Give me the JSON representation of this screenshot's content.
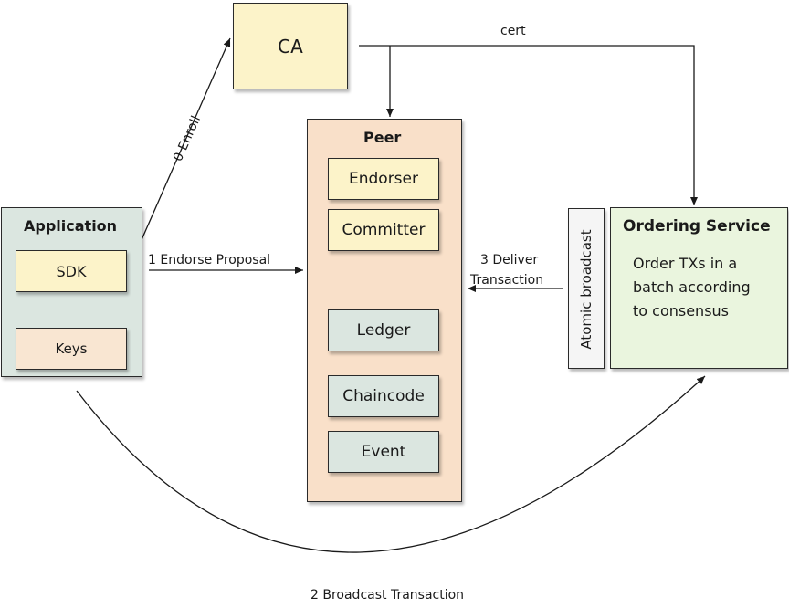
{
  "nodes": {
    "ca": "CA",
    "application": "Application",
    "sdk": "SDK",
    "keys": "Keys",
    "peer": "Peer",
    "endorser": "Endorser",
    "committer": "Committer",
    "ledger": "Ledger",
    "chaincode": "Chaincode",
    "event": "Event",
    "atomic_broadcast": "Atomic broadcast",
    "ordering_service": "Ordering Service",
    "ordering_desc": [
      "Order TXs in a",
      "batch according",
      "to consensus"
    ]
  },
  "edges": {
    "enroll": "0 Enroll",
    "cert": "cert",
    "endorse": "1 Endorse Proposal",
    "deliver": [
      "3 Deliver",
      "Transaction"
    ],
    "broadcast": "2 Broadcast Transaction"
  },
  "colors": {
    "ca_fill": "#fcf3c9",
    "peer_fill": "#f9e0c9",
    "peer_item_yellow": "#fcf3c9",
    "peer_item_gray": "#dbe6e0",
    "application_fill": "#dbe6e0",
    "sdk_fill": "#fcf3c9",
    "keys_fill": "#f9e6d2",
    "ordering_fill": "#eaf5de",
    "atomic_fill": "#f5f5f5"
  }
}
